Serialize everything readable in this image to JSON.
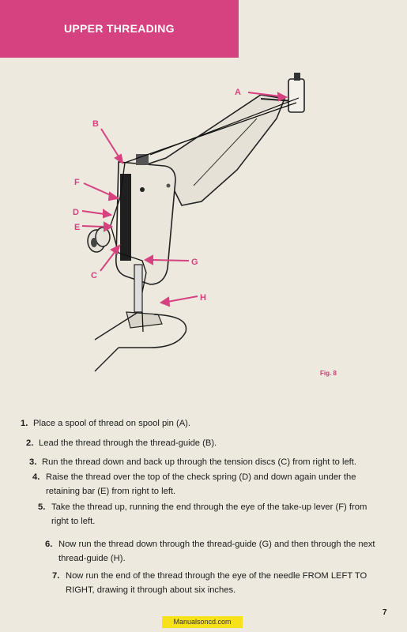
{
  "header": {
    "title": "UPPER THREADING"
  },
  "figure": {
    "labels": {
      "A": "A",
      "B": "B",
      "F": "F",
      "D": "D",
      "E": "E",
      "C": "C",
      "G": "G",
      "H": "H"
    },
    "caption": "Fig. 8",
    "accent_color": "#d6427f"
  },
  "instructions": [
    {
      "number": "1.",
      "lines": [
        "Place a spool of thread on spool pin (A)."
      ]
    },
    {
      "number": "2.",
      "lines": [
        "Lead the thread through the thread-guide (B)."
      ]
    },
    {
      "number": "3.",
      "lines": [
        "Run the thread down and back up through the tension discs (C) from right to left."
      ]
    },
    {
      "number": "4.",
      "lines": [
        "Raise the thread over the top of the check spring (D) and down again under the",
        "retaining bar (E) from right to left."
      ]
    },
    {
      "number": "5.",
      "lines": [
        "Take the thread up, running the end through the eye of the take-up lever (F) from",
        "right to left."
      ]
    },
    {
      "number": "6.",
      "lines": [
        "Now run the thread down through the thread-guide (G) and then through the next",
        "thread-guide (H)."
      ]
    },
    {
      "number": "7.",
      "lines": [
        "Now run the end of the thread through the eye of the needle FROM LEFT TO",
        "RIGHT, drawing it through about six inches."
      ]
    }
  ],
  "page_number": "7",
  "watermark": "Manualsoncd.com"
}
